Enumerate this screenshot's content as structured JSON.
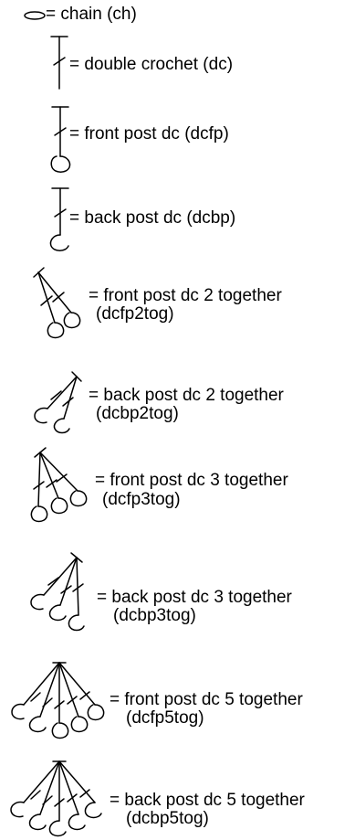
{
  "legend": {
    "items": [
      {
        "label": "= chain (ch)",
        "abbrev": ""
      },
      {
        "label": "= double crochet (dc)",
        "abbrev": ""
      },
      {
        "label": "= front post dc (dcfp)",
        "abbrev": ""
      },
      {
        "label": "= back post dc (dcbp)",
        "abbrev": ""
      },
      {
        "label": "= front post dc 2 together",
        "abbrev": "(dcfp2tog)"
      },
      {
        "label": "= back post dc 2 together",
        "abbrev": "(dcbp2tog)"
      },
      {
        "label": "= front post dc 3 together",
        "abbrev": "(dcfp3tog)"
      },
      {
        "label": "= back post dc 3 together",
        "abbrev": "(dcbp3tog)"
      },
      {
        "label": "= front post dc 5 together",
        "abbrev": "(dcfp5tog)"
      },
      {
        "label": "= back post dc 5 together",
        "abbrev": "(dcbp5tog)"
      }
    ]
  }
}
